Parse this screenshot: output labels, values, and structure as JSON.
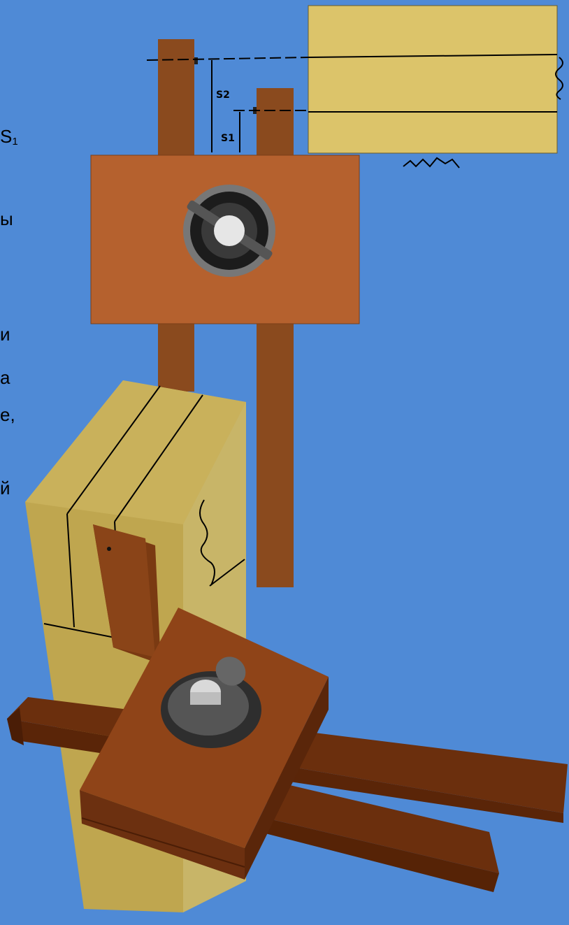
{
  "text_fragments": {
    "s1_main": "S",
    "s1_sub": "1",
    "frag_y": "ы",
    "frag_i": "и",
    "frag_a": "а",
    "frag_e": "е,",
    "frag_j": "й"
  },
  "diagram": {
    "label_s2": "S2",
    "label_s1": "S1"
  },
  "colors": {
    "background": "#4f8ad6",
    "wood_board": "#dcc46a",
    "marking_gauge_block": "#b5612e",
    "marking_gauge_bar": "#8a4a1e",
    "workpiece_top": "#c8b060",
    "workpiece_side": "#bfa64f"
  }
}
